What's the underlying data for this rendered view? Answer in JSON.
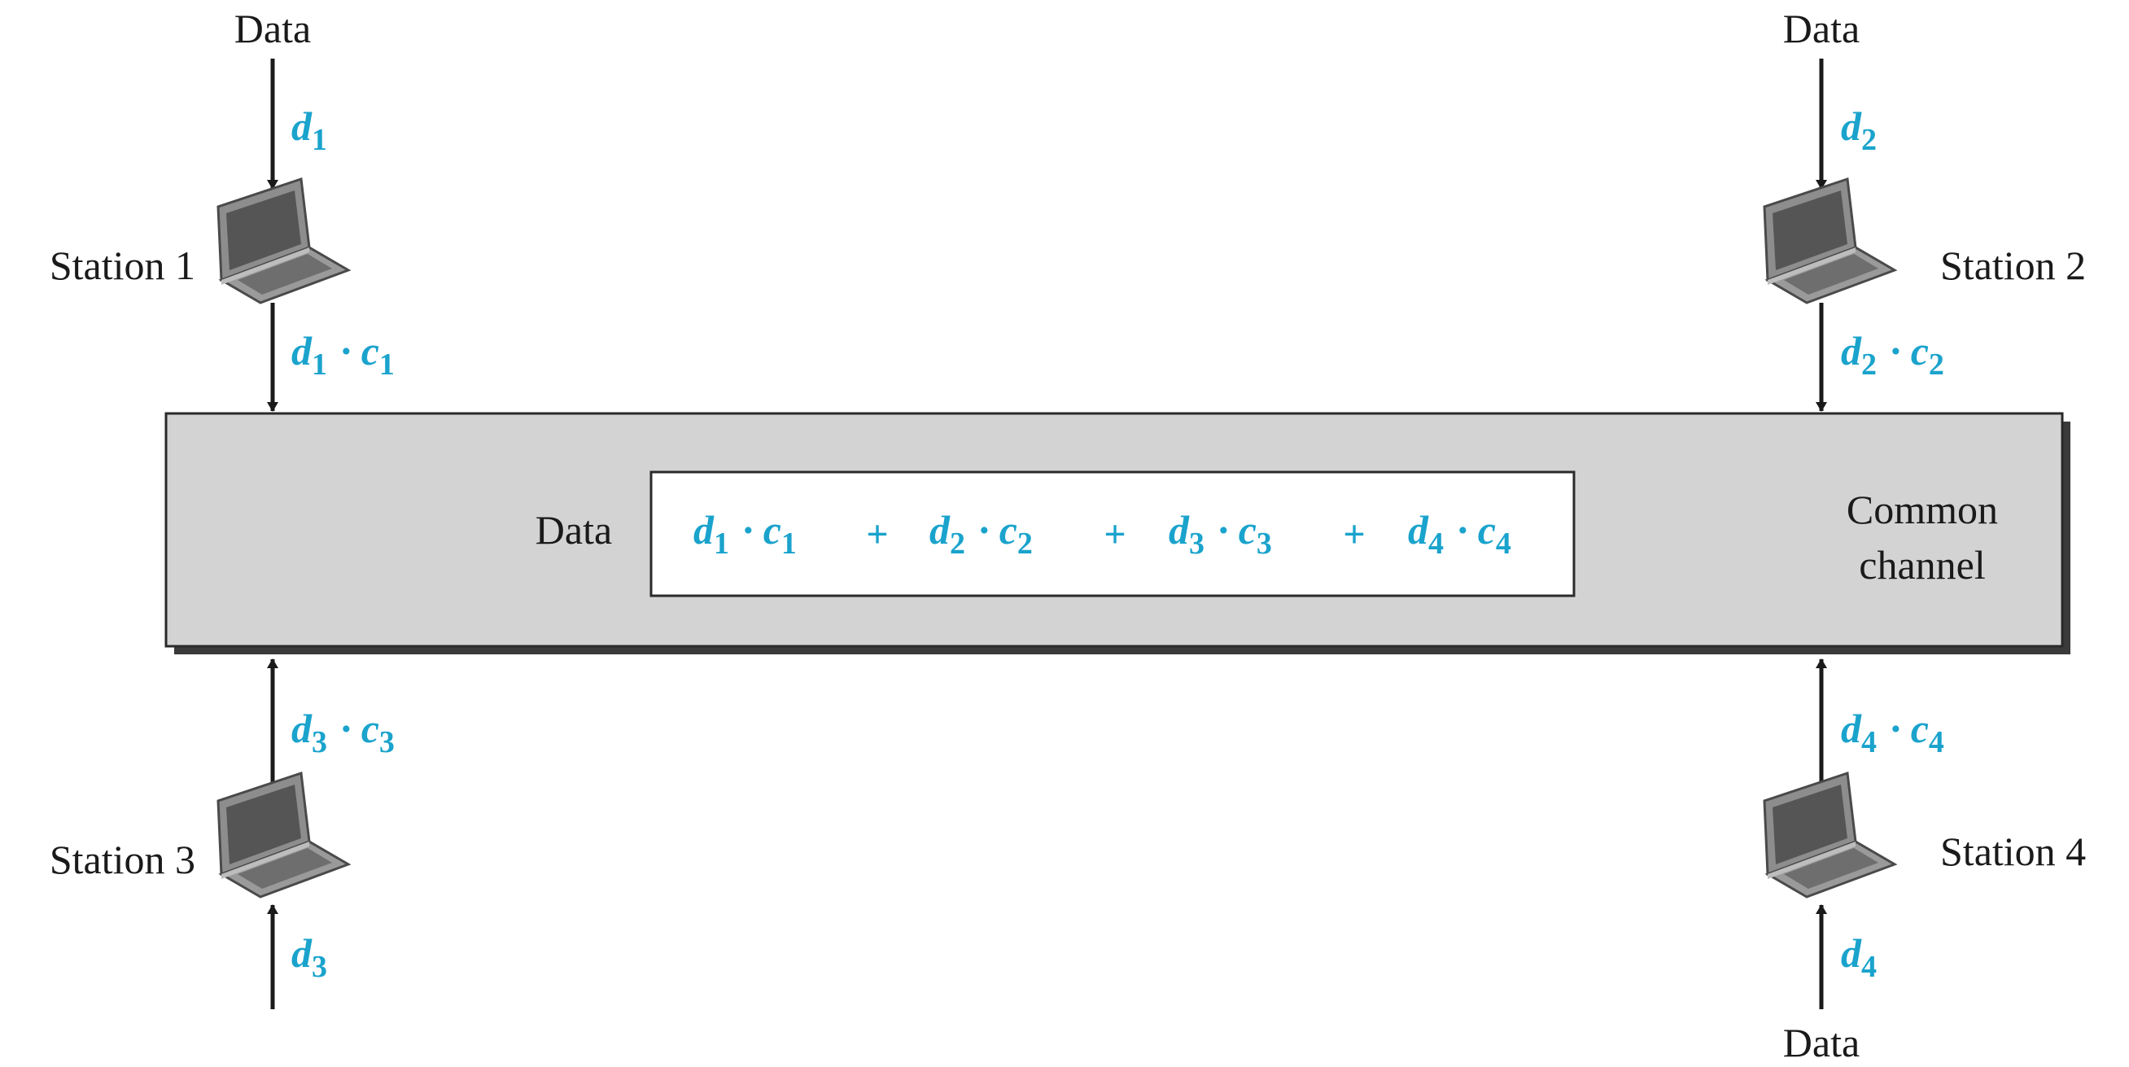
{
  "colors": {
    "accent": "#1aa3cc",
    "channel_fill": "#d3d3d3",
    "channel_shadow": "#3a3a3a",
    "text": "#1a1a1a",
    "laptop_body": "#9a9a9a",
    "laptop_screen": "#555555"
  },
  "icons": {
    "station": "laptop-icon"
  },
  "stations": [
    {
      "label": "Station 1",
      "data_label": "Data",
      "input": {
        "sym": "d",
        "sub": "1"
      },
      "code": {
        "sym": "c",
        "sub": "1"
      }
    },
    {
      "label": "Station 2",
      "data_label": "Data",
      "input": {
        "sym": "d",
        "sub": "2"
      },
      "code": {
        "sym": "c",
        "sub": "2"
      }
    },
    {
      "label": "Station 3",
      "data_label": "",
      "input": {
        "sym": "d",
        "sub": "3"
      },
      "code": {
        "sym": "c",
        "sub": "3"
      }
    },
    {
      "label": "Station 4",
      "data_label": "Data",
      "input": {
        "sym": "d",
        "sub": "4"
      },
      "code": {
        "sym": "c",
        "sub": "4"
      }
    }
  ],
  "channel": {
    "label_line1": "Common",
    "label_line2": "channel",
    "data_label": "Data",
    "operator_dot": "·",
    "plus": "+"
  }
}
